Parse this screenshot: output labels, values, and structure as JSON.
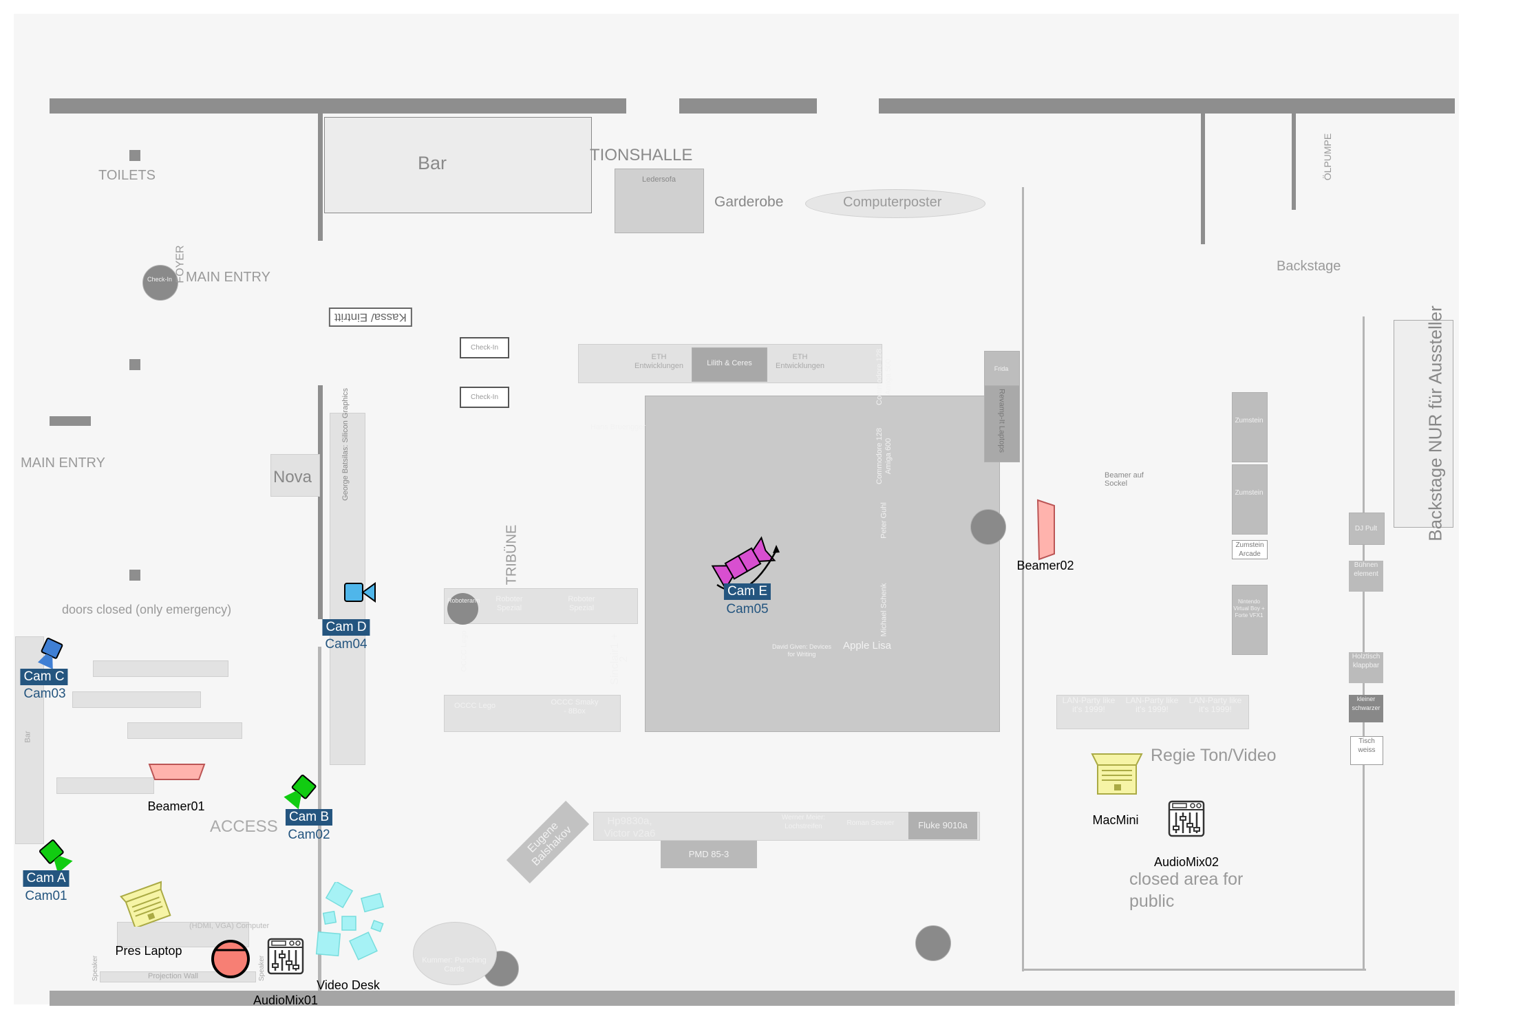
{
  "floorplan_labels": {
    "toilets": "TOILETS",
    "main_entry_1": "MAIN ENTRY",
    "main_entry_2": "MAIN ENTRY",
    "foyer": "FOYER",
    "check_in_circle": "Check-In",
    "doors_closed": "doors closed (only emergency)",
    "bar": "Bar",
    "ausstellungshalle": "TIONSHALLE",
    "ledersofa": "Ledersofa",
    "garderobe": "Garderobe",
    "computerposter": "Computerposter",
    "backstage": "Backstage",
    "backstage_nur": "Backstage NUR für Aussteller",
    "oelpumpe": "ÖLPUMPE",
    "kassa": "Kassa/ Eintritt",
    "check_in_1": "Check-In",
    "check_in_2": "Check-In",
    "nova": "Nova",
    "george": "George Batsilas: Silicon Graphics",
    "tribune": "TRIBÜNE",
    "hans_bruengger": "Hans Bruengger",
    "lilith": "Lilith & Ceres",
    "eth": "ETH Entwicklungen",
    "eth2": "ETH Entwicklungen",
    "commodore1": "Commodore 128 Amiga 500",
    "commodore2": "Commodore 128 Amiga 600",
    "peter_guhl": "Peter Guhl",
    "michael_schenk": "Michael Schenk",
    "apple_lisa": "Apple Lisa",
    "david_given": "David Given: Devices for Writing",
    "roboter_spezial_1": "Roboter Spezial",
    "roboter_spezial_2": "Roboter Spezial",
    "roboterarm": "Roboterarm",
    "occc_lego": "OCCC Lego",
    "occc_lego2": "OCCC Lego",
    "occc_smaky": "OCCC Smaky - 8Box",
    "sinclair": "Sinclair1 + 2",
    "eugene": "Eugene Balshakov",
    "hp": "Hp9830a, Victor v2a6",
    "pmd": "PMD 85-3",
    "werner": "Werner Meier: Lochstreifen",
    "roman": "Roman Seewer",
    "fluke": "Fluke 9010a",
    "kummer": "Kummer: Punching Cards",
    "frida": "Frida",
    "revamp": "Revamp-It Laptops",
    "beamer_sockel": "Beamer auf Sockel",
    "zumstein1": "Zumstein",
    "zumstein2": "Zumstein",
    "zumstein_arcade": "Zumstein Arcade",
    "nintendo": "Nintendo Virtual Boy + Forte VFX1",
    "lan1": "LAN-Party like it's 1999!",
    "lan2": "LAN-Party like it's 1999!",
    "lan3": "LAN-Party like it's 1999!",
    "dj_pult": "DJ Pult",
    "buehnenelement": "Bühnen element",
    "holztisch": "Holztisch klappbar",
    "kleiner_schwarzer": "kleiner schwarzer",
    "tisch_weiss": "Tisch weiss",
    "regie": "Regie Ton/Video",
    "closed_area": "closed area for public",
    "access": "ACCESS",
    "projection_wall": "Projection Wall",
    "hdmi": "(HDMI, VGA) Computer",
    "bar_small": "Bar",
    "speaker1": "Speaker",
    "speaker2": "Speaker"
  },
  "devices": {
    "cam_a": {
      "tag": "Cam A",
      "id": "Cam01"
    },
    "cam_b": {
      "tag": "Cam B",
      "id": "Cam02"
    },
    "cam_c": {
      "tag": "Cam C",
      "id": "Cam03"
    },
    "cam_d": {
      "tag": "Cam D",
      "id": "Cam04"
    },
    "cam_e": {
      "tag": "Cam E",
      "id": "Cam05"
    },
    "beamer01": "Beamer01",
    "beamer02": "Beamer02",
    "pres_laptop": "Pres Laptop",
    "audiomix01": "AudioMix01",
    "audiomix02": "AudioMix02",
    "video_desk": "Video Desk",
    "macmini": "MacMini"
  },
  "colors": {
    "cam_green": "#11cc11",
    "cam_blue": "#3f7fd4",
    "cam_lightblue": "#4fb6ea",
    "cam_magenta": "#d84fd0",
    "beamer": "#ffb3ad",
    "laptop": "#f6f4a6",
    "video_desk": "#a6f2f5",
    "record": "#f77f74",
    "tag_bg": "#24557f"
  }
}
